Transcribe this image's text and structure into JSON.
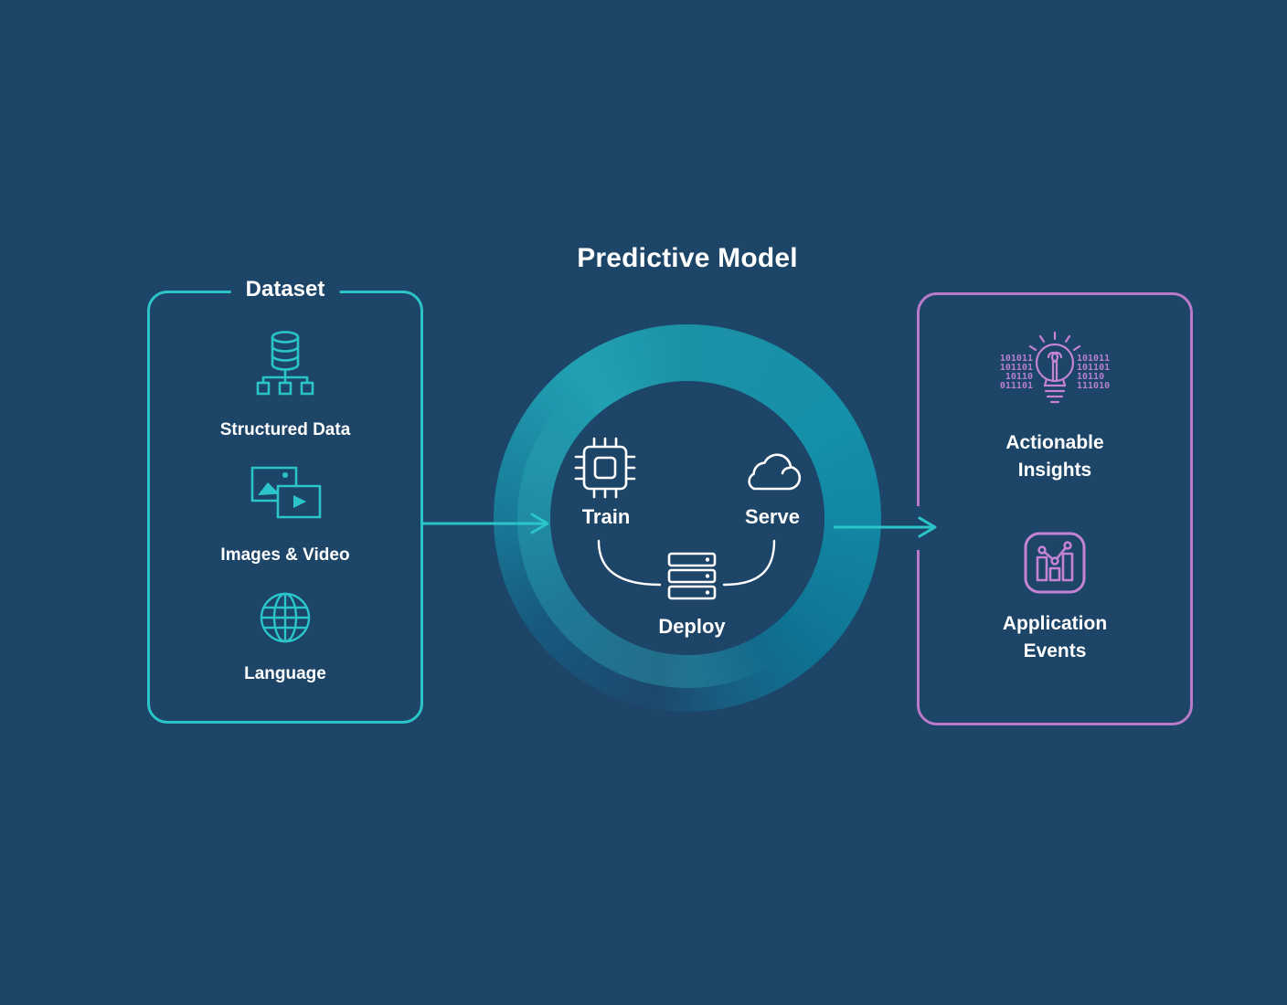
{
  "title": "Predictive Model",
  "colors": {
    "background": "#1d4568",
    "teal_accent": "#2bc5c9",
    "purple_accent": "#b97aca",
    "purple_icon": "#c583d4",
    "ring_bright_teal": "#22a1b3",
    "ring_deep_teal": "#0f7494",
    "text": "#ffffff"
  },
  "dataset_box": {
    "label": "Dataset",
    "items": [
      {
        "icon": "database-tree-icon",
        "label": "Structured Data"
      },
      {
        "icon": "images-video-icon",
        "label": "Images & Video"
      },
      {
        "icon": "globe-icon",
        "label": "Language"
      }
    ]
  },
  "model_cycle": {
    "steps": [
      {
        "icon": "chip-icon",
        "label": "Train"
      },
      {
        "icon": "cloud-icon",
        "label": "Serve"
      },
      {
        "icon": "server-stack-icon",
        "label": "Deploy"
      }
    ]
  },
  "output_box": {
    "items": [
      {
        "icon": "insights-bulb-icon",
        "label_lines": [
          "Actionable",
          "Insights"
        ]
      },
      {
        "icon": "app-events-chart-icon",
        "label_lines": [
          "Application",
          "Events"
        ]
      }
    ],
    "bulb_binary_left": [
      "101011",
      "101101",
      "10110",
      "011101"
    ],
    "bulb_binary_right": [
      "101011",
      "101101",
      "10110",
      "111010"
    ]
  }
}
